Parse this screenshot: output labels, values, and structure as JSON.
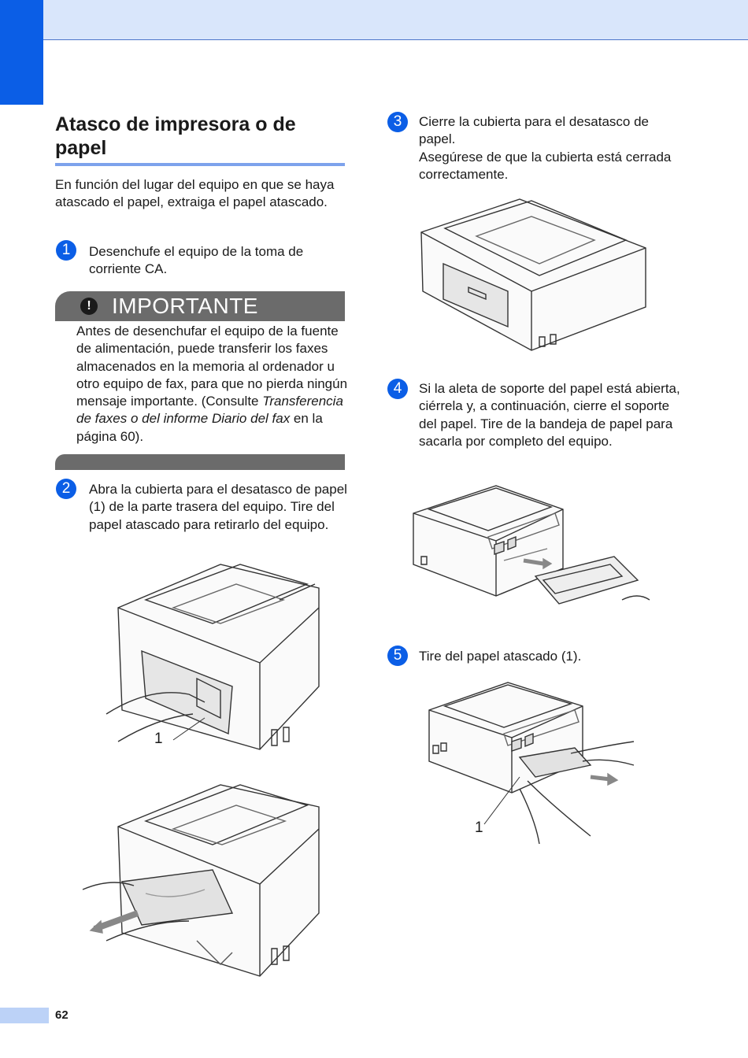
{
  "section_title": "Atasco de impresora o de papel",
  "intro": "En función del lugar del equipo en que se haya atascado el papel, extraiga el papel atascado.",
  "steps": [
    {
      "number": "1",
      "text": "Desenchufe el equipo de la toma de corriente CA."
    },
    {
      "number": "2",
      "text": "Abra la cubierta para el desatasco de papel (1) de la parte trasera del equipo. Tire del papel atascado para retirarlo del equipo."
    },
    {
      "number": "3",
      "text": "Cierre la cubierta para el desatasco de papel.",
      "text2": "Asegúrese de que la cubierta está cerrada correctamente."
    },
    {
      "number": "4",
      "text": "Si la aleta de soporte del papel está abierta, ciérrela y, a continuación, cierre el soporte del papel. Tire de la bandeja de papel para sacarla por completo del equipo."
    },
    {
      "number": "5",
      "text": "Tire del papel atascado (1)."
    }
  ],
  "important": {
    "icon": "!",
    "title": "IMPORTANTE",
    "text_before": "Antes de desenchufar el equipo de la fuente de alimentación, puede transferir los faxes almacenados en la memoria al ordenador u otro equipo de fax, para que no pierda ningún mensaje importante. (Consulte ",
    "link_text": "Transferencia de faxes o del informe Diario del fax",
    "text_after": " en la página 60)."
  },
  "figure_labels": {
    "cover": "1",
    "jammed_paper": "1"
  },
  "page_number": "62",
  "colors": {
    "accent_blue": "#0b5ee6",
    "header_band": "#d9e6fb",
    "rule": "#7da2ec",
    "important_gray": "#6b6b6b"
  }
}
